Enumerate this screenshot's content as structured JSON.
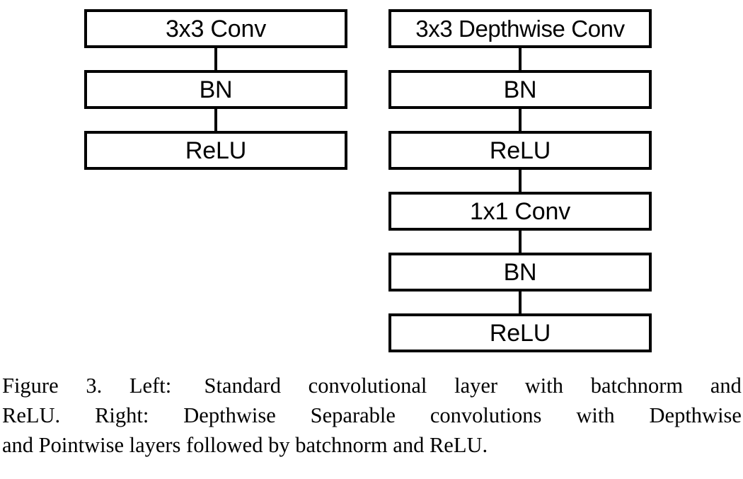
{
  "figure": {
    "diagram": {
      "columns": [
        {
          "id": "standard-conv",
          "name": "Standard convolutional layer",
          "nodes": [
            {
              "label": "3x3 Conv"
            },
            {
              "label": "BN"
            },
            {
              "label": "ReLU"
            }
          ]
        },
        {
          "id": "depthwise-separable-conv",
          "name": "Depthwise Separable convolution",
          "nodes": [
            {
              "label": "3x3 Depthwise Conv"
            },
            {
              "label": "BN"
            },
            {
              "label": "ReLU"
            },
            {
              "label": "1x1 Conv"
            },
            {
              "label": "BN"
            },
            {
              "label": "ReLU"
            }
          ]
        }
      ]
    },
    "caption": {
      "full_text": "Figure 3. Left: Standard convolutional layer with batchnorm and ReLU. Right: Depthwise Separable convolutions with Depthwise and Pointwise layers followed by batchnorm and ReLU.",
      "lines": [
        {
          "justified": true,
          "words": [
            "Figure",
            "3.",
            "Left:",
            " Standard",
            "convolutional",
            "layer",
            "with",
            "batchnorm",
            "and"
          ]
        },
        {
          "justified": true,
          "words": [
            "ReLU.",
            "Right:",
            "Depthwise",
            "Separable",
            "convolutions",
            "with",
            "Depthwise"
          ]
        },
        {
          "justified": false,
          "text": "and Pointwise layers followed by batchnorm and ReLU."
        }
      ]
    },
    "colors": {
      "stroke": "#000000",
      "background": "#ffffff",
      "text": "#000000"
    }
  }
}
